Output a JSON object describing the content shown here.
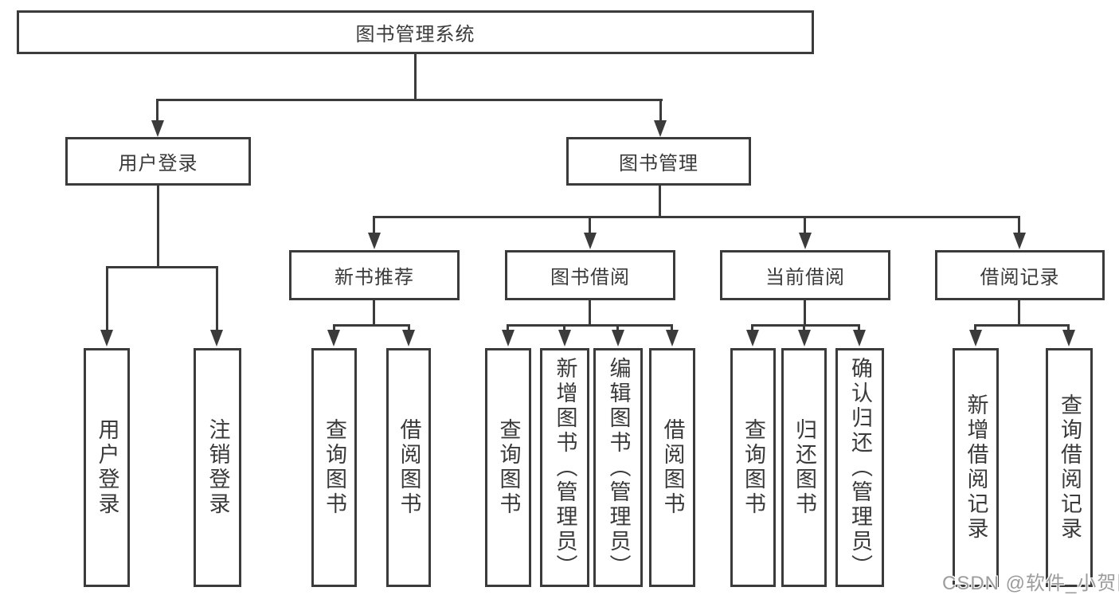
{
  "colors": {
    "line": "#3b3b3b",
    "text": "#3a3a3a",
    "background": "#ffffff",
    "watermark": "#9c9c9c"
  },
  "nodes": {
    "root": {
      "label": "图书管理系统"
    },
    "user_login": {
      "label": "用户登录"
    },
    "book_mgmt": {
      "label": "图书管理"
    },
    "new_book_rec": {
      "label": "新书推荐"
    },
    "book_borrow": {
      "label": "图书借阅"
    },
    "current_borrow": {
      "label": "当前借阅"
    },
    "borrow_record": {
      "label": "借阅记录"
    },
    "ul_login": {
      "label": "用户登录"
    },
    "ul_logout": {
      "label": "注销登录"
    },
    "nbr_query": {
      "label": "查询图书"
    },
    "nbr_borrow": {
      "label": "借阅图书"
    },
    "bb_query": {
      "label": "查询图书"
    },
    "bb_add": {
      "label": "新增图书（管理员）"
    },
    "bb_edit": {
      "label": "编辑图书（管理员）"
    },
    "bb_borrow": {
      "label": "借阅图书"
    },
    "cb_query": {
      "label": "查询图书"
    },
    "cb_return": {
      "label": "归还图书"
    },
    "cb_confirm": {
      "label": "确认归还（管理员）"
    },
    "br_add": {
      "label": "新增借阅记录"
    },
    "br_query": {
      "label": "查询借阅记录"
    }
  },
  "watermark": {
    "text": "CSDN @软件_小贺同学"
  }
}
